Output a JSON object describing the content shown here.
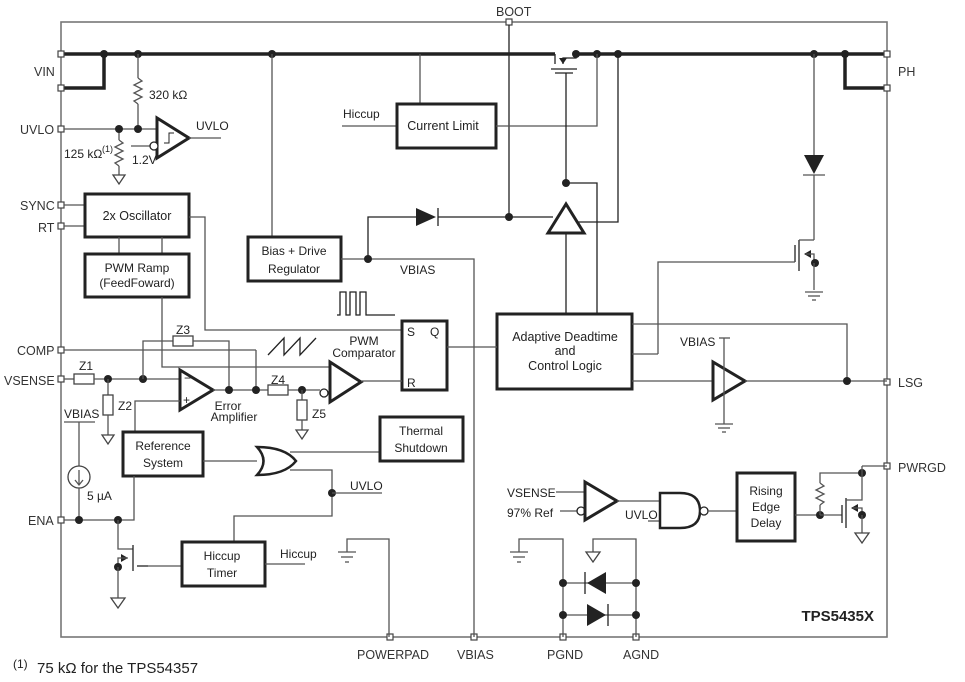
{
  "diagram": {
    "title": "TPS5435X functional block diagram",
    "part_label": "TPS5435X",
    "footnote": {
      "marker": "(1)",
      "text": "75 kΩ for the TPS54357"
    },
    "pins": {
      "vin": "VIN",
      "uvlo": "UVLO",
      "sync": "SYNC",
      "rt": "RT",
      "comp": "COMP",
      "vsense": "VSENSE",
      "ena": "ENA",
      "boot": "BOOT",
      "ph": "PH",
      "lsg": "LSG",
      "pwrgd": "PWRGD",
      "powerpad": "POWERPAD",
      "vbias": "VBIAS",
      "pgnd": "PGND",
      "agnd": "AGND"
    },
    "blocks": {
      "oscillator": "2x Oscillator",
      "pwm_ramp_line1": "PWM Ramp",
      "pwm_ramp_line2": "(FeedFoward)",
      "bias_line1": "Bias + Drive",
      "bias_line2": "Regulator",
      "current_limit": "Current Limit",
      "adaptive_line1": "Adaptive Deadtime",
      "adaptive_line2": "and",
      "adaptive_line3": "Control Logic",
      "reference_line1": "Reference",
      "reference_line2": "System",
      "thermal_line1": "Thermal",
      "thermal_line2": "Shutdown",
      "hiccup_line1": "Hiccup",
      "hiccup_line2": "Timer",
      "rising_line1": "Rising",
      "rising_line2": "Edge",
      "rising_line3": "Delay",
      "latch_s": "S",
      "latch_q": "Q",
      "latch_r": "R"
    },
    "labels": {
      "r_top": "320 kΩ",
      "r_bottom": "125 kΩ",
      "r_bottom_note": "(1)",
      "uvlo_out": "UVLO",
      "ref_1v2": "1.2V",
      "hiccup_in": "Hiccup",
      "vbias_node": "VBIAS",
      "z1": "Z1",
      "z2": "Z2",
      "z3": "Z3",
      "z4": "Z4",
      "z5": "Z5",
      "vbias_left": "VBIAS",
      "current_source": "5 µA",
      "error_amp_line1": "Error",
      "error_amp_line2": "Amplifier",
      "pwm_comp_line1": "PWM",
      "pwm_comp_line2": "Comparator",
      "uvlo_or": "UVLO",
      "hiccup_out": "Hiccup",
      "vbias_driver": "VBIAS",
      "pg_vsense": "VSENSE",
      "pg_ref": "97% Ref",
      "pg_uvlo": "UVLO",
      "amp_minus": "−",
      "amp_plus": "+"
    }
  }
}
